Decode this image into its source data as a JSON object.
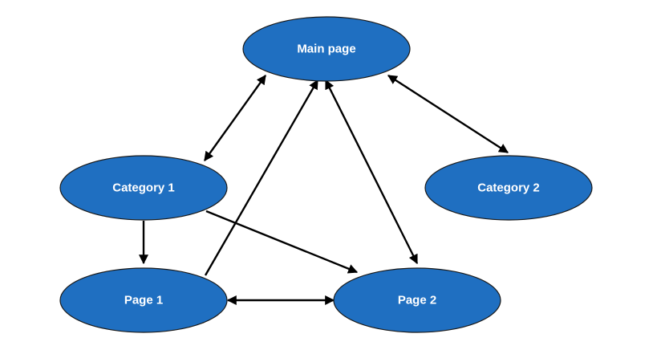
{
  "colors": {
    "node_fill": "#1f6fc1",
    "node_stroke": "#1a1a1a",
    "edge": "#000000",
    "label": "#ffffff"
  },
  "nodes": {
    "main_page": {
      "label": "Main page"
    },
    "category_1": {
      "label": "Category 1"
    },
    "category_2": {
      "label": "Category 2"
    },
    "page_1": {
      "label": "Page 1"
    },
    "page_2": {
      "label": "Page 2"
    }
  },
  "edges": [
    {
      "from": "main_page",
      "to": "category_1",
      "direction": "both"
    },
    {
      "from": "main_page",
      "to": "category_2",
      "direction": "both"
    },
    {
      "from": "main_page",
      "to": "page_2",
      "direction": "both"
    },
    {
      "from": "page_1",
      "to": "main_page",
      "direction": "forward"
    },
    {
      "from": "category_1",
      "to": "page_1",
      "direction": "forward"
    },
    {
      "from": "category_1",
      "to": "page_2",
      "direction": "forward"
    },
    {
      "from": "page_1",
      "to": "page_2",
      "direction": "both"
    }
  ]
}
